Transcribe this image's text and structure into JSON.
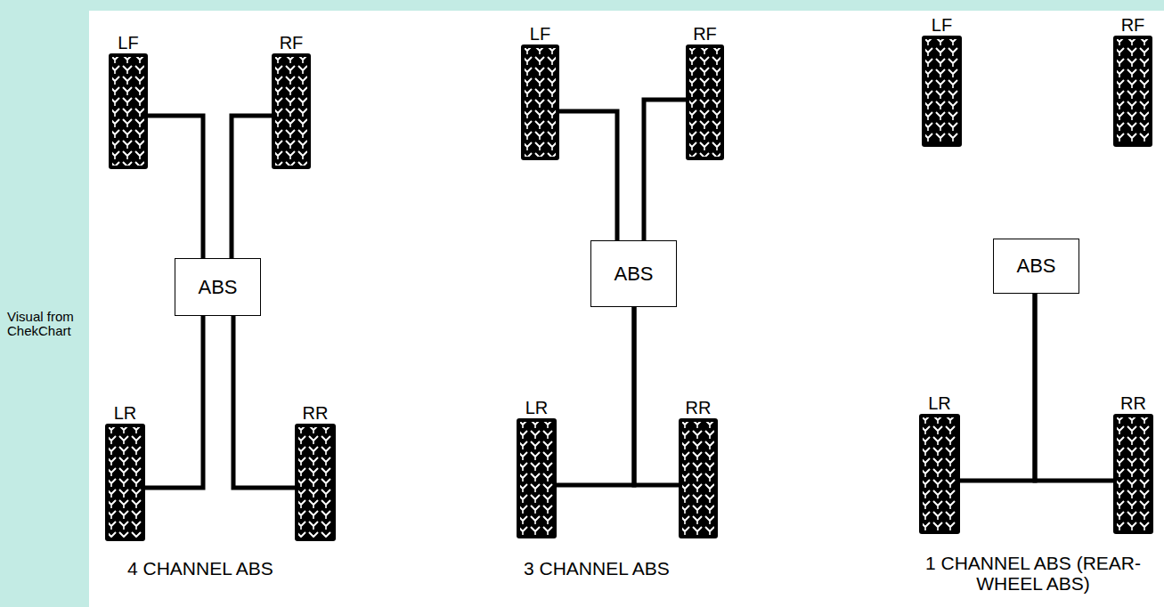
{
  "diagram": {
    "nodes": [
      {
        "text": [
          "LF"
        ]
      },
      {
        "text": [
          "RF"
        ]
      },
      {
        "text": [
          "ABS"
        ]
      },
      {
        "text": [
          "LR"
        ]
      },
      {
        "text": [
          "RR"
        ]
      },
      {
        "text": [
          "LF"
        ]
      },
      {
        "text": [
          "RF"
        ]
      },
      {
        "text": [
          "ABS"
        ]
      },
      {
        "text": [
          "LR"
        ]
      },
      {
        "text": [
          "RR"
        ]
      },
      {
        "text": [
          "LF"
        ]
      },
      {
        "text": [
          "RF"
        ]
      },
      {
        "text": [
          "ABS"
        ]
      },
      {
        "text": [
          "LR"
        ]
      },
      {
        "text": [
          "RR"
        ]
      }
    ],
    "edges": [
      {
        "from": 2,
        "to": 0,
        "arrow": "none"
      },
      {
        "from": 2,
        "to": 1,
        "arrow": "none"
      },
      {
        "from": 2,
        "to": 3,
        "arrow": "none"
      },
      {
        "from": 2,
        "to": 4,
        "arrow": "none"
      },
      {
        "from": 7,
        "to": 5,
        "arrow": "none"
      },
      {
        "from": 7,
        "to": 6,
        "arrow": "none"
      },
      {
        "from": 7,
        "to": 8,
        "arrow": "none"
      },
      {
        "from": 7,
        "to": 9,
        "arrow": "none"
      },
      {
        "from": 12,
        "to": 13,
        "arrow": "none"
      },
      {
        "from": 12,
        "to": 14,
        "arrow": "none"
      }
    ],
    "labels": [
      "Visual from ChekChart",
      "4 CHANNEL ABS",
      "3 CHANNEL ABS",
      "1 CHANNEL ABS (REAR-WHEEL ABS)"
    ]
  }
}
